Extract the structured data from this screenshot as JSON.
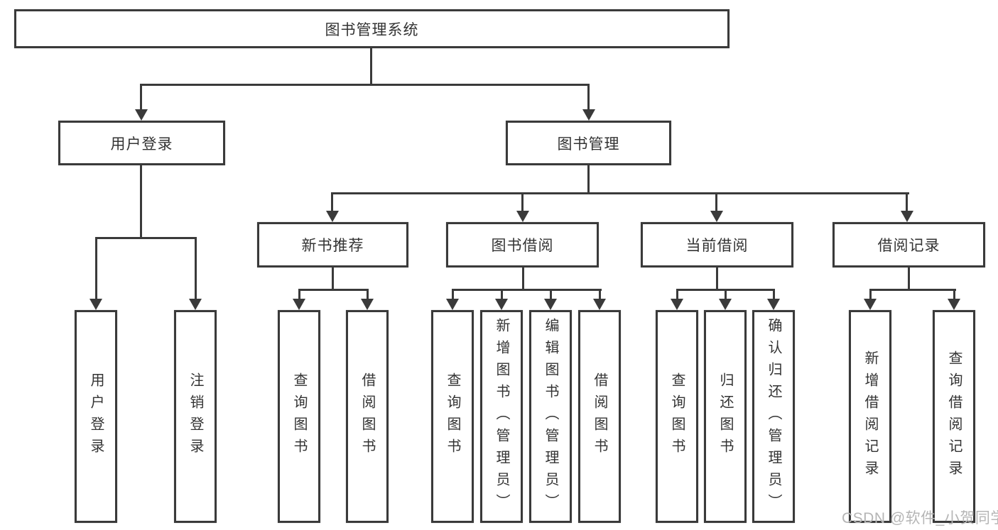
{
  "colors": {
    "background": "#ffffff",
    "line": "#3a3a3a",
    "box_border": "#3a3a3a",
    "text": "#333333",
    "watermark": "#b5b5b5"
  },
  "watermark": {
    "text": "CSDN @软件_小贺同学"
  },
  "tree": {
    "label": "图书管理系统",
    "children": [
      {
        "label": "用户登录",
        "children": [
          {
            "label": "用户登录"
          },
          {
            "label": "注销登录"
          }
        ]
      },
      {
        "label": "图书管理",
        "children": [
          {
            "label": "新书推荐",
            "children": [
              {
                "label": "查询图书"
              },
              {
                "label": "借阅图书"
              }
            ]
          },
          {
            "label": "图书借阅",
            "children": [
              {
                "label": "查询图书"
              },
              {
                "label": "新增图书（管理员）"
              },
              {
                "label": "编辑图书（管理员）"
              },
              {
                "label": "借阅图书"
              }
            ]
          },
          {
            "label": "当前借阅",
            "children": [
              {
                "label": "查询图书"
              },
              {
                "label": "归还图书"
              },
              {
                "label": "确认归还（管理员）"
              }
            ]
          },
          {
            "label": "借阅记录",
            "children": [
              {
                "label": "新增借阅记录"
              },
              {
                "label": "查询借阅记录"
              }
            ]
          }
        ]
      }
    ]
  }
}
